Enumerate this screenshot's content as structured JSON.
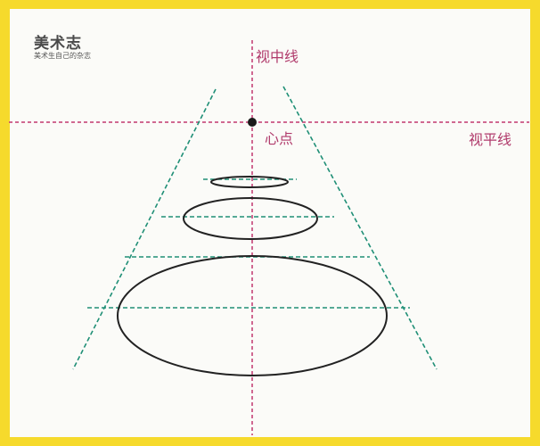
{
  "brand": {
    "title": "美术志",
    "subtitle": "美术生自己的杂志"
  },
  "labels": {
    "center_line": "视中线",
    "horizon_line": "视平线",
    "center_point": "心点"
  },
  "colors": {
    "border": "#f6da2c",
    "paper": "#fbfbf8",
    "guide_lines": "#c2386f",
    "perspective_lines": "#1f8f76",
    "ellipses": "#222222"
  },
  "ellipses_count": 3
}
